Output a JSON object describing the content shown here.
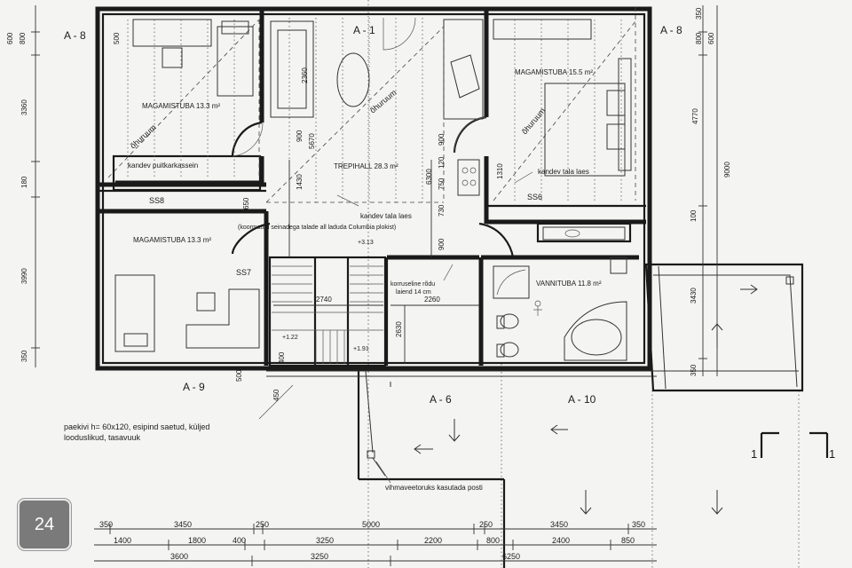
{
  "page_badge": "24",
  "axis_labels": {
    "a8_left": "A - 8",
    "a8_right": "A - 8",
    "a1": "A - 1",
    "a9": "A - 9",
    "a6": "A - 6",
    "a10": "A - 10",
    "sec1_left": "1",
    "sec1_right": "1"
  },
  "rooms": {
    "bedroom_nw": "MAGAMISTUBA 13.3 m²",
    "bedroom_ne": "MAGAMISTUBA 15.5 m²",
    "bedroom_w": "MAGAMISTUBA 13.3 m²",
    "hall": "TREPIHALL 28.3 m²",
    "bathroom": "VANNITUBA 11.8 m²"
  },
  "annotations": {
    "ohuruum_1": "õhuruum",
    "ohuruum_2": "õhuruum",
    "ohuruum_3": "õhuruum",
    "kandev_puit": "kandev puitkarkassein",
    "kandev_tala_right": "kandev tala laes",
    "kandev_tala_center": "kandev tala laes",
    "koormatud": "(koormatud seinadega talade all laduda Columbia plokist)",
    "ss8": "SS8",
    "ss6": "SS6",
    "ss7": "SS7",
    "level_313": "+3.13",
    "level_122": "+1.22",
    "level_191": "+1.91",
    "korrus": "korruseline rõdu",
    "korrus_2": "laiend 14 cm",
    "paekivi_1": "paekivi h= 60x120, esipind saetud, küljed",
    "paekivi_2": "looduslikud, tasavuuk",
    "vihm": "vihmaveetoruks kasutada posti"
  },
  "dims_left": [
    "600",
    "800",
    "3360",
    "180",
    "3990",
    "350"
  ],
  "dims_right": [
    "350",
    "600",
    "800",
    "4770",
    "9000",
    "100",
    "3430",
    "350"
  ],
  "dims_inner": [
    "2360",
    "900",
    "5670",
    "1430",
    "650",
    "900",
    "6300",
    "750",
    "730",
    "900",
    "120",
    "1310",
    "2740",
    "2260",
    "2630",
    "400",
    "500",
    "450",
    "500"
  ],
  "dims_bottom_row1": [
    "350",
    "3450",
    "250",
    "5000",
    "250",
    "3450",
    "350"
  ],
  "dims_bottom_row2": [
    "1400",
    "1800",
    "400",
    "3250",
    "2200",
    "800",
    "2400",
    "850"
  ],
  "dims_bottom_row3": [
    "3600",
    "3250",
    "6250"
  ]
}
